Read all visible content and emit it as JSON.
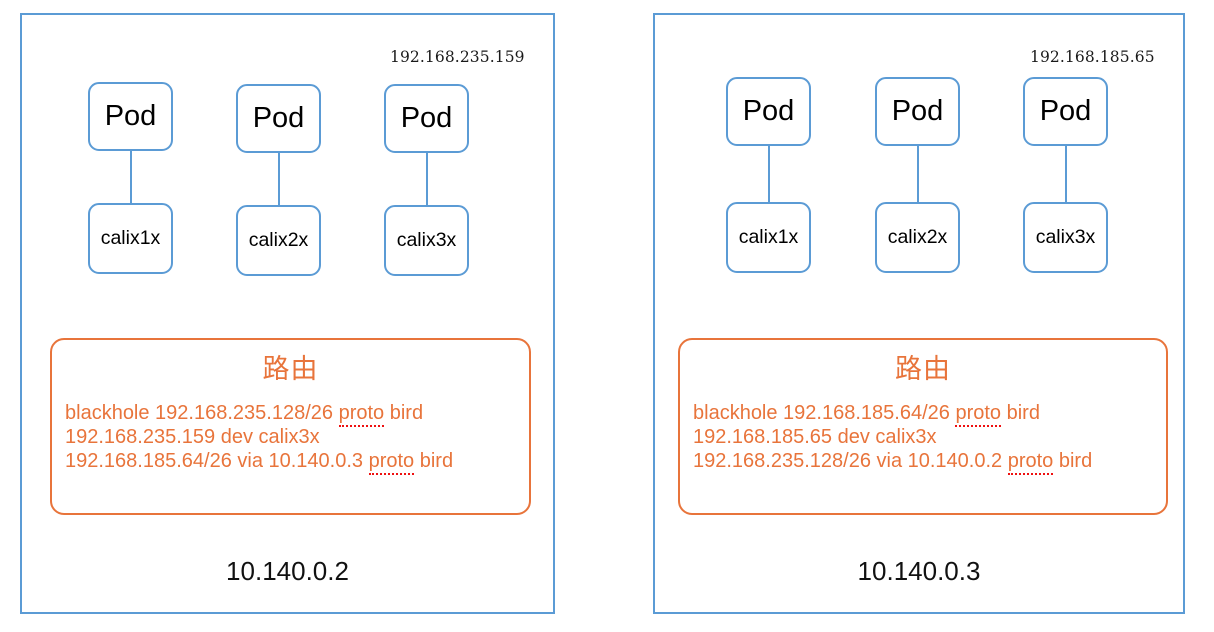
{
  "diagram": {
    "title": "Calico node routing diagram",
    "colors": {
      "panel_border": "#5b9bd5",
      "box_border": "#5b9bd5",
      "route_border": "#e8743b",
      "route_text": "#e8743b",
      "spellcheck_underline": "#ee1111",
      "text": "#000000",
      "background": "#ffffff"
    },
    "route_title": "路由",
    "nodes": [
      {
        "node_ip": "10.140.0.2",
        "pod_ip_label": "192.168.235.159",
        "pods": [
          {
            "pod_label": "Pod",
            "iface_label": "calix1x"
          },
          {
            "pod_label": "Pod",
            "iface_label": "calix2x"
          },
          {
            "pod_label": "Pod",
            "iface_label": "calix3x"
          }
        ],
        "routes": [
          {
            "pre": "blackhole 192.168.235.128/26 ",
            "flag": "proto",
            "post": " bird"
          },
          {
            "pre": "192.168.235.159 dev calix3x",
            "flag": "",
            "post": ""
          },
          {
            "pre": "192.168.185.64/26 via 10.140.0.3 ",
            "flag": "proto",
            "post": " bird"
          }
        ]
      },
      {
        "node_ip": "10.140.0.3",
        "pod_ip_label": "192.168.185.65",
        "pods": [
          {
            "pod_label": "Pod",
            "iface_label": "calix1x"
          },
          {
            "pod_label": "Pod",
            "iface_label": "calix2x"
          },
          {
            "pod_label": "Pod",
            "iface_label": "calix3x"
          }
        ],
        "routes": [
          {
            "pre": "blackhole 192.168.185.64/26 ",
            "flag": "proto",
            "post": " bird"
          },
          {
            "pre": "192.168.185.65 dev calix3x",
            "flag": "",
            "post": ""
          },
          {
            "pre": "192.168.235.128/26 via 10.140.0.2 ",
            "flag": "proto",
            "post": " bird"
          }
        ]
      }
    ]
  }
}
